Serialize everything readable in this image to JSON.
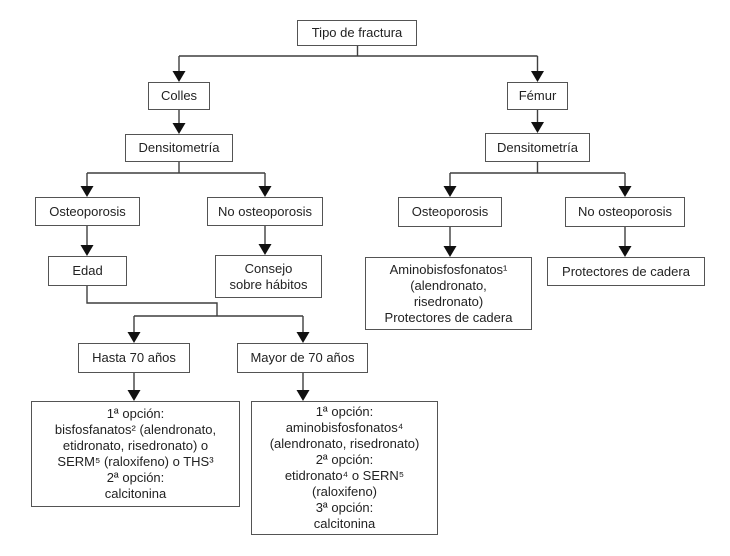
{
  "colors": {
    "background": "#ffffff",
    "box_border": "#545454",
    "line": "#3f3f3f",
    "arrowhead": "#111111",
    "text": "#222222"
  },
  "diagram": {
    "type": "flowchart",
    "language": "es",
    "nodes": {
      "tipo": {
        "label": "Tipo de fractura"
      },
      "colles": {
        "label": "Colles"
      },
      "densitometria_izq": {
        "label": "Densitometría"
      },
      "osteoporosis_izq": {
        "label": "Osteoporosis"
      },
      "no_osteoporosis_izq": {
        "label": "No osteoporosis"
      },
      "edad": {
        "label": "Edad"
      },
      "consejo": {
        "label": "Consejo\nsobre hábitos"
      },
      "hasta_70": {
        "label": "Hasta 70 años"
      },
      "mayor_70": {
        "label": "Mayor de 70 años"
      },
      "tratamiento_hasta_70": {
        "label": "1ª opción:\nbisfosfanatos² (alendronato,\netidronato, risedronato) o\nSERM⁵ (raloxifeno) o THS³\n2ª opción:\ncalcitonina"
      },
      "tratamiento_mayor_70": {
        "label": "1ª opción:\naminobisfosfonatos⁴\n(alendronato, risedronato)\n2ª opción:\netidronato⁴ o SERN⁵\n(raloxifeno)\n3ª opción:\ncalcitonina"
      },
      "femur": {
        "label": "Fémur"
      },
      "densitometria_der": {
        "label": "Densitometría"
      },
      "osteoporosis_der": {
        "label": "Osteoporosis"
      },
      "no_osteoporosis_der": {
        "label": "No osteoporosis"
      },
      "tratamiento_femur": {
        "label": "Aminobisfosfonatos¹\n(alendronato,\nrisedronato)\nProtectores de cadera"
      },
      "protectores": {
        "label": "Protectores de cadera"
      }
    },
    "edges": [
      {
        "from": "tipo",
        "to": "colles"
      },
      {
        "from": "tipo",
        "to": "femur"
      },
      {
        "from": "colles",
        "to": "densitometria_izq"
      },
      {
        "from": "densitometria_izq",
        "to": "osteoporosis_izq"
      },
      {
        "from": "densitometria_izq",
        "to": "no_osteoporosis_izq"
      },
      {
        "from": "osteoporosis_izq",
        "to": "edad"
      },
      {
        "from": "no_osteoporosis_izq",
        "to": "consejo"
      },
      {
        "from": "edad",
        "to": "hasta_70"
      },
      {
        "from": "edad",
        "to": "mayor_70"
      },
      {
        "from": "hasta_70",
        "to": "tratamiento_hasta_70"
      },
      {
        "from": "mayor_70",
        "to": "tratamiento_mayor_70"
      },
      {
        "from": "femur",
        "to": "densitometria_der"
      },
      {
        "from": "densitometria_der",
        "to": "osteoporosis_der"
      },
      {
        "from": "densitometria_der",
        "to": "no_osteoporosis_der"
      },
      {
        "from": "osteoporosis_der",
        "to": "tratamiento_femur"
      },
      {
        "from": "no_osteoporosis_der",
        "to": "protectores"
      }
    ]
  }
}
